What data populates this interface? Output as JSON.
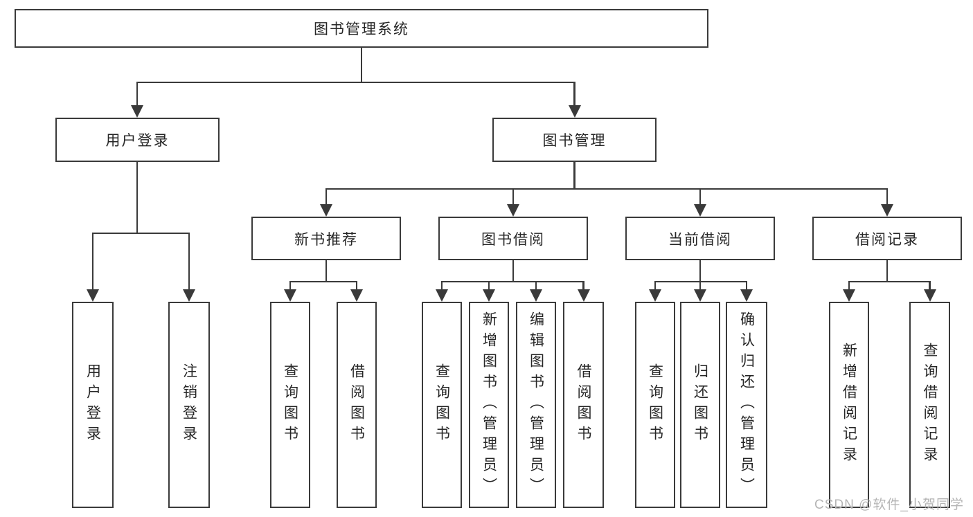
{
  "diagram": {
    "root": {
      "label": "图书管理系统"
    },
    "branches": [
      {
        "label": "用户登录",
        "children": [
          {
            "label": "用户登录"
          },
          {
            "label": "注销登录"
          }
        ]
      },
      {
        "label": "图书管理",
        "children": [
          {
            "label": "新书推荐",
            "children": [
              {
                "label": "查询图书"
              },
              {
                "label": "借阅图书"
              }
            ]
          },
          {
            "label": "图书借阅",
            "children": [
              {
                "label": "查询图书"
              },
              {
                "label": "新增图书（管理员）"
              },
              {
                "label": "编辑图书（管理员）"
              },
              {
                "label": "借阅图书"
              }
            ]
          },
          {
            "label": "当前借阅",
            "children": [
              {
                "label": "查询图书"
              },
              {
                "label": "归还图书"
              },
              {
                "label": "确认归还（管理员）"
              }
            ]
          },
          {
            "label": "借阅记录",
            "children": [
              {
                "label": "新增借阅记录"
              },
              {
                "label": "查询借阅记录"
              }
            ]
          }
        ]
      }
    ]
  },
  "watermark": {
    "text": "CSDN @软件_小贺同学"
  },
  "colors": {
    "line": "#3a3a3a",
    "text": "#262626",
    "watermark": "#b5b5b5",
    "background": "#ffffff"
  }
}
